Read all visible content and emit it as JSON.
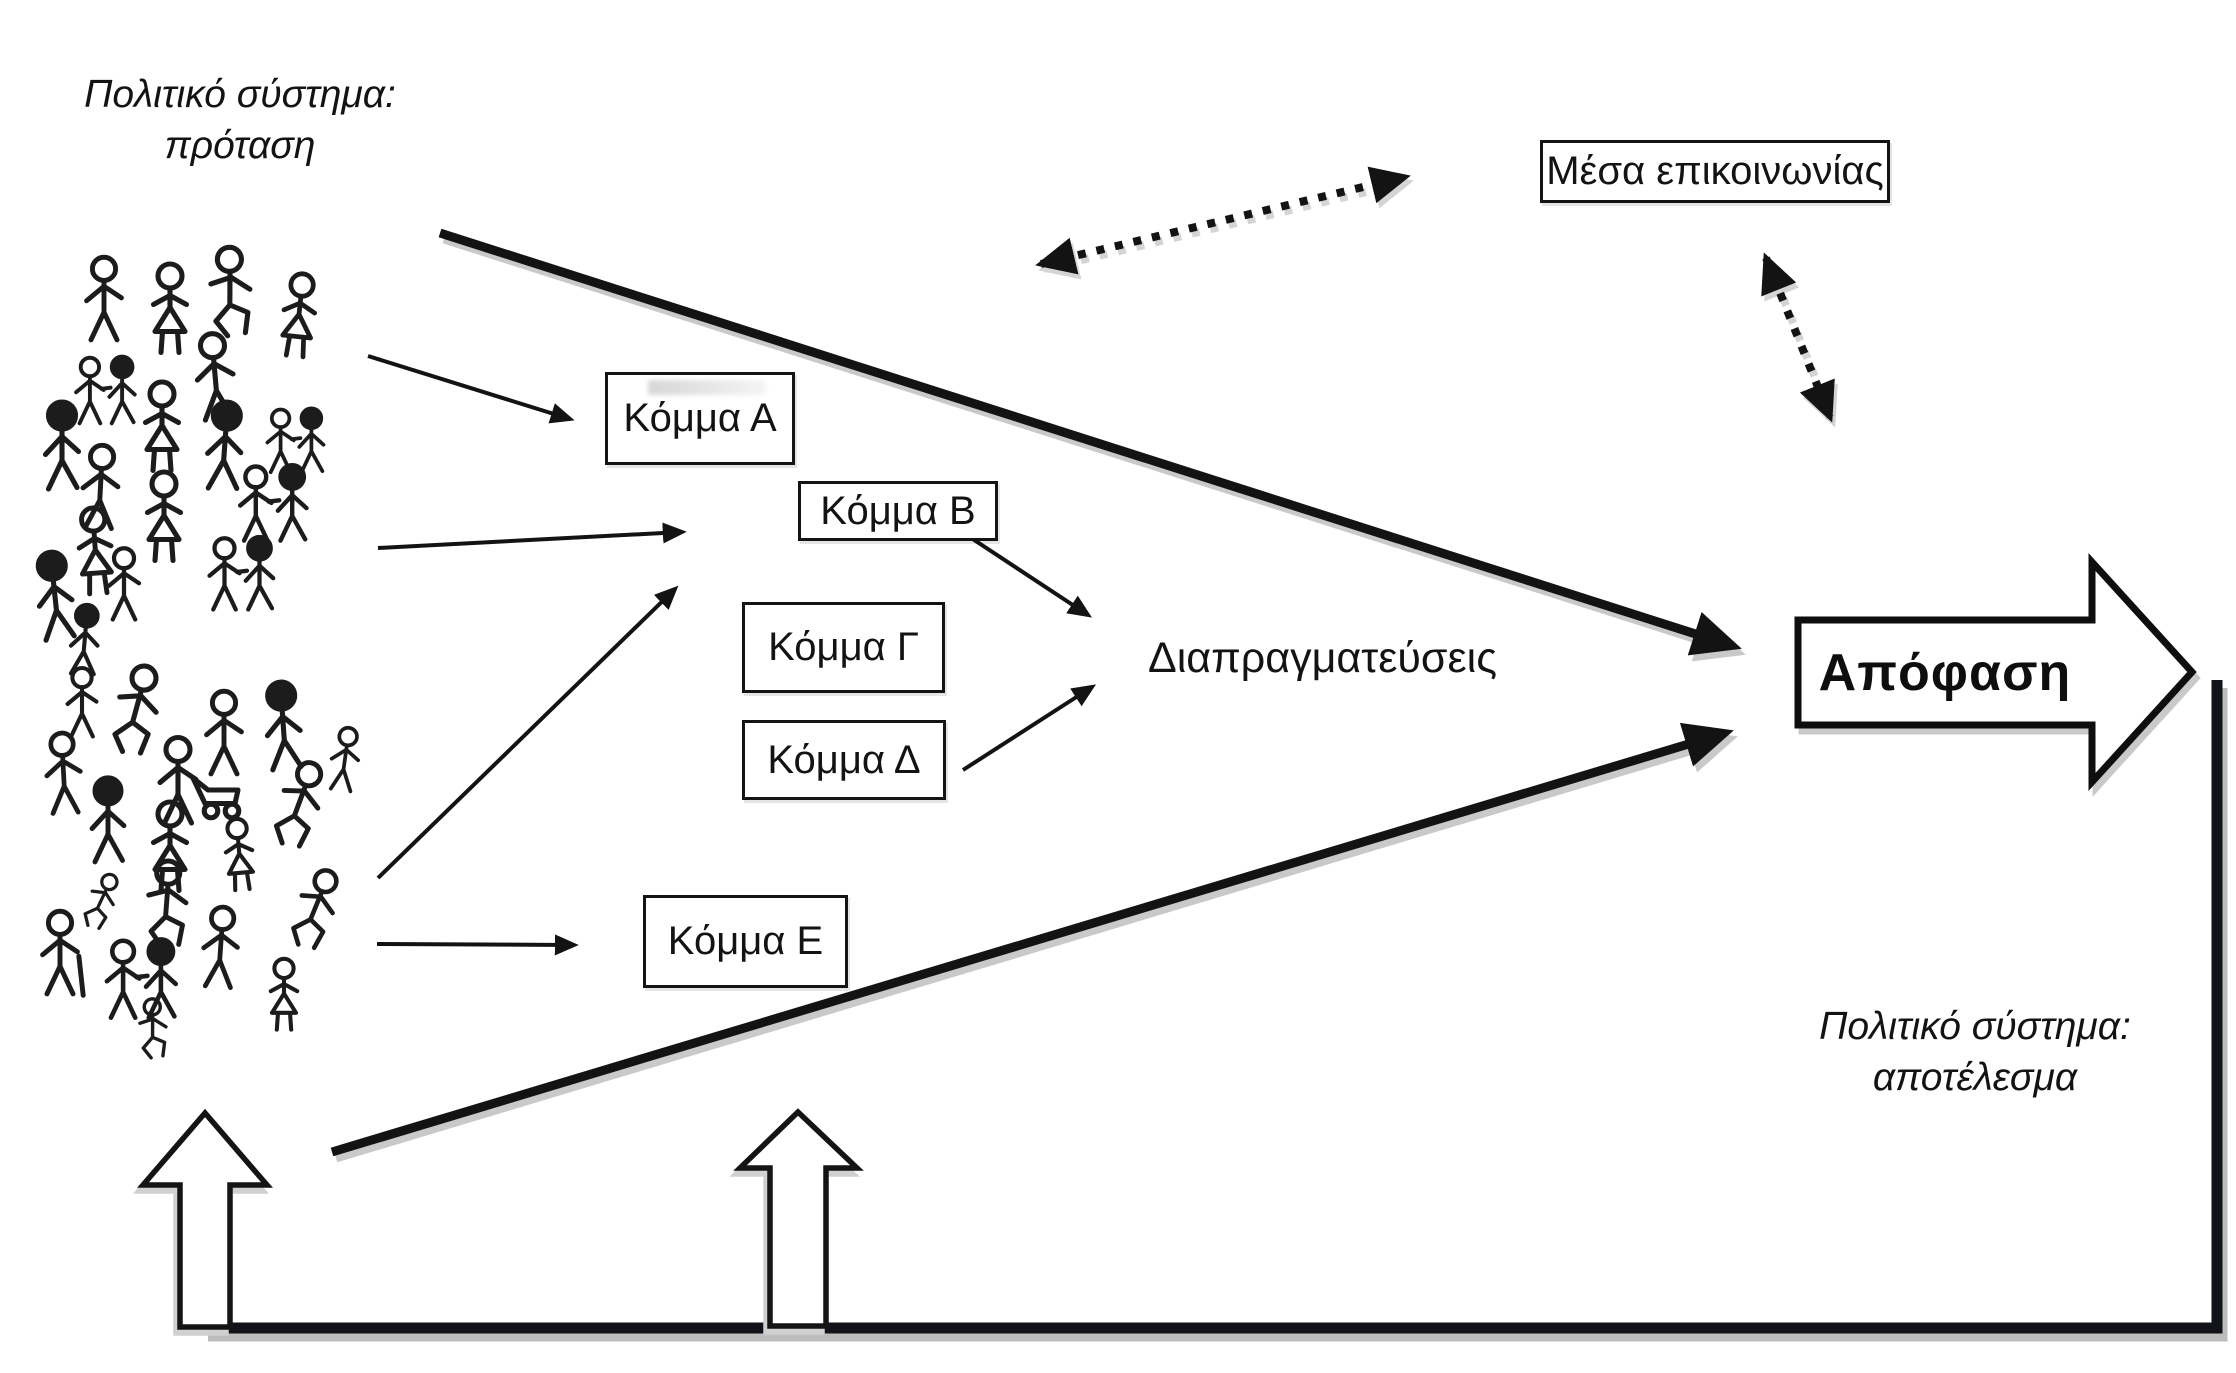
{
  "labels": {
    "proposal_line1": "Πολιτικό σύστημα:",
    "proposal_line2": "πρόταση",
    "result_line1": "Πολιτικό σύστημα:",
    "result_line2": "αποτέλεσμα",
    "media": "Μέσα επικοινωνίας",
    "negotiations": "Διαπραγματεύσεις",
    "decision": "Απόφαση"
  },
  "parties": [
    {
      "label": "Κόμμα Α"
    },
    {
      "label": "Κόμμα Β"
    },
    {
      "label": "Κόμμα Γ"
    },
    {
      "label": "Κόμμα Δ"
    },
    {
      "label": "Κόμμα Ε"
    }
  ],
  "icons": {
    "crowd": "crowd-of-citizens",
    "decision_shape": "right-block-arrow",
    "feedback_shape": "up-block-arrow",
    "media_link": "dotted-double-arrow"
  },
  "colors": {
    "ink": "#131313",
    "background": "#ffffff",
    "shadow": "#c9c9c9"
  }
}
